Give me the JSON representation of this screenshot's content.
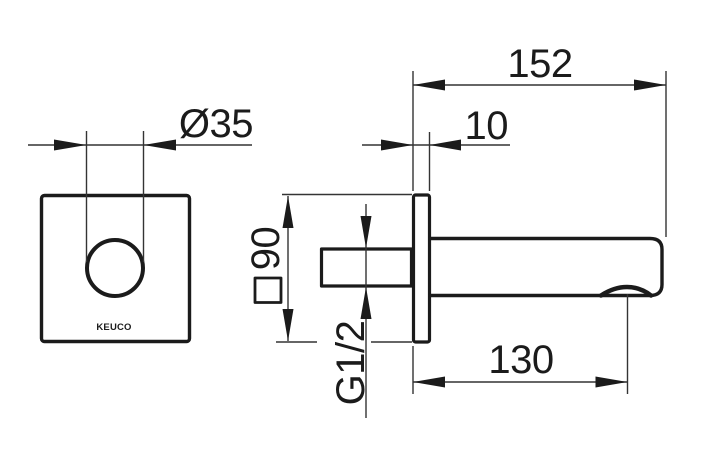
{
  "colors": {
    "background": "#ffffff",
    "outline": "#1b1b1b",
    "dimension_line": "#343434"
  },
  "front_view": {
    "brand_label": "KEUCO",
    "dimensions": {
      "opening_diameter": "Ø35"
    }
  },
  "side_view": {
    "dimensions": {
      "projection": "152",
      "plate_thickness": "10",
      "plate_size": "90",
      "plate_size_symbol": "□",
      "thread": "G1/2",
      "outlet_offset": "130"
    }
  }
}
